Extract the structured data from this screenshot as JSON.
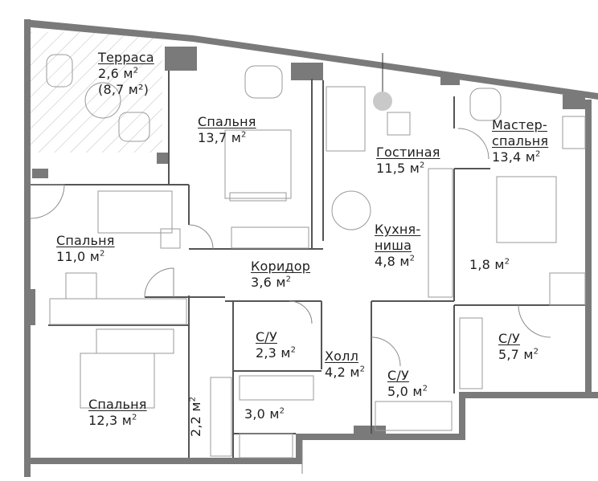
{
  "plan": {
    "unit": "м",
    "unit_power": "2",
    "rooms": [
      {
        "id": "terrace",
        "name": "Терраса",
        "area": "2,6",
        "area_extra": "(8,7 м²)"
      },
      {
        "id": "bedroom-1",
        "name": "Спальня",
        "area": "13,7"
      },
      {
        "id": "living",
        "name": "Гостиная",
        "area": "11,5"
      },
      {
        "id": "master",
        "name": "Мастер-спальня",
        "name_line1": "Мастер-",
        "name_line2": "спальня",
        "area": "13,4"
      },
      {
        "id": "bedroom-2",
        "name": "Спальня",
        "area": "11,0"
      },
      {
        "id": "kitchen",
        "name": "Кухня-ниша",
        "name_line1": "Кухня-",
        "name_line2": "ниша",
        "area": "4,8"
      },
      {
        "id": "corridor",
        "name": "Коридор",
        "area": "3,6"
      },
      {
        "id": "closet-master",
        "name": "",
        "area": "1,8"
      },
      {
        "id": "wc-1",
        "name": "С/У",
        "area": "2,3"
      },
      {
        "id": "hall",
        "name": "Холл",
        "area": "4,2"
      },
      {
        "id": "wc-2",
        "name": "С/У",
        "area": "5,0"
      },
      {
        "id": "wc-3",
        "name": "С/У",
        "area": "5,7"
      },
      {
        "id": "bedroom-3",
        "name": "Спальня",
        "area": "12,3"
      },
      {
        "id": "storage",
        "name": "",
        "area": "3,0"
      },
      {
        "id": "wardrobe",
        "name": "",
        "area": "2,2"
      }
    ]
  }
}
